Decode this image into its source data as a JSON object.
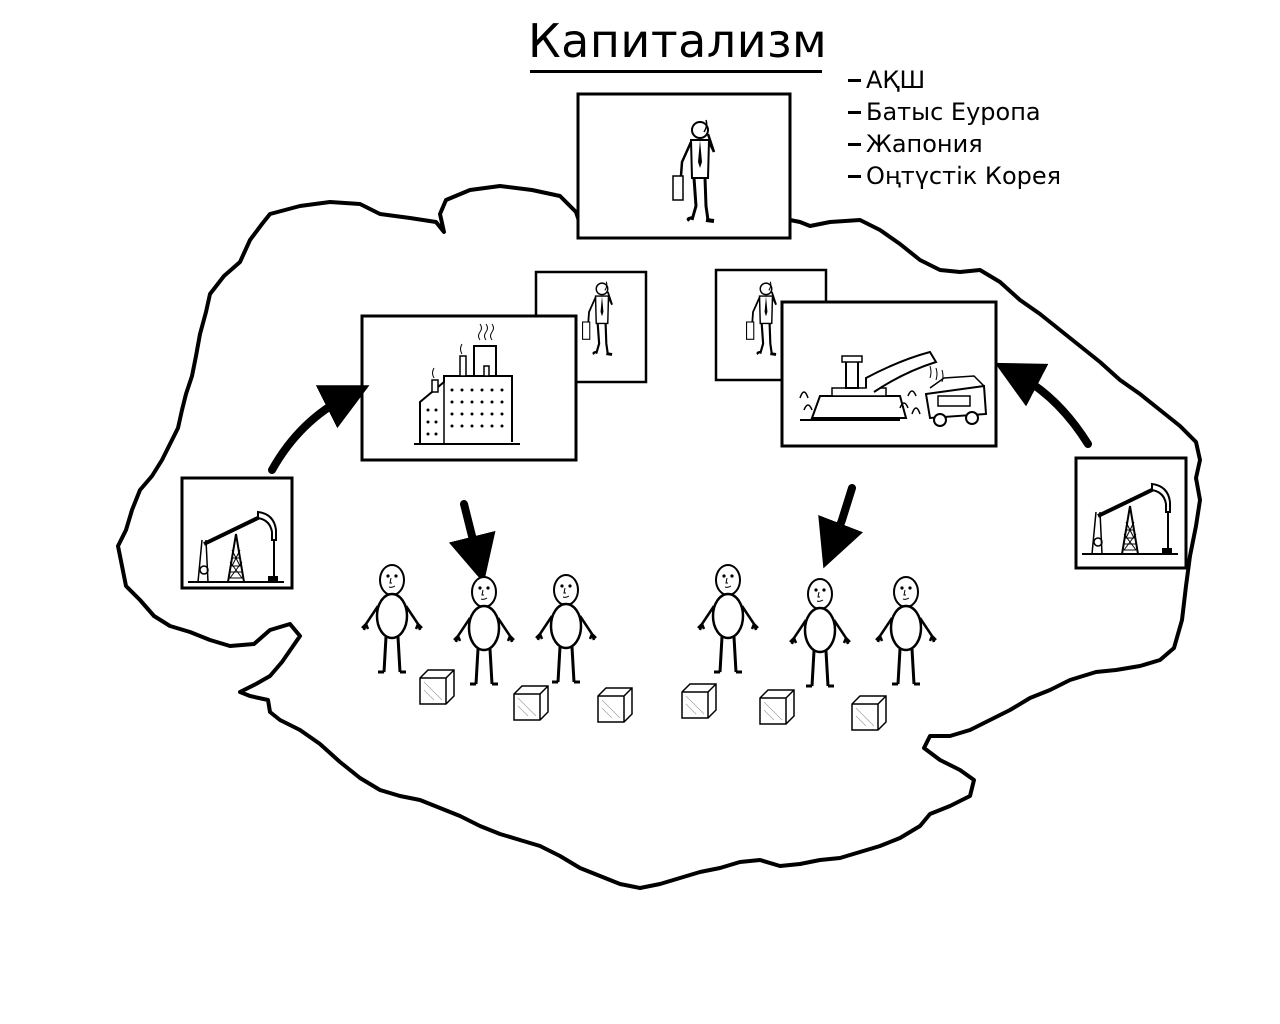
{
  "title": "Капитализм",
  "countries": [
    {
      "label": "АҚШ"
    },
    {
      "label": "Батыс Еуропа"
    },
    {
      "label": "Жапония"
    },
    {
      "label": "Оңтүстік Корея"
    }
  ],
  "colors": {
    "ink": "#000000",
    "background": "#ffffff"
  },
  "icons": [
    "businessman-icon",
    "factory-icon",
    "harvester-icon",
    "truck-icon",
    "oil-pump-icon",
    "worker-icon",
    "box-icon",
    "arrow-icon"
  ]
}
